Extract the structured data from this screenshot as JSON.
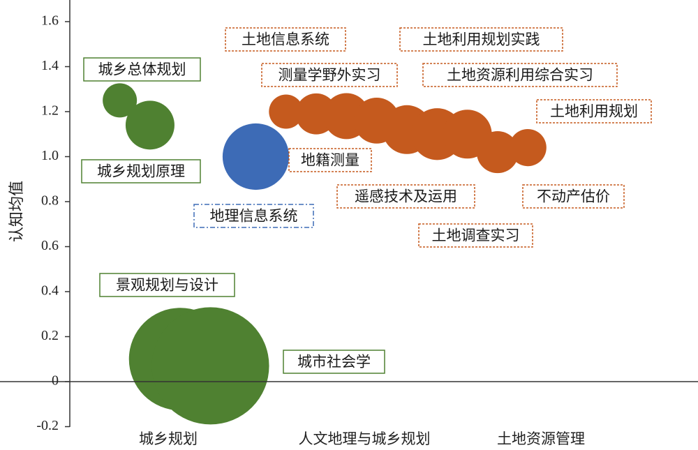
{
  "chart_data": {
    "type": "scatter",
    "ylabel": "认知均值",
    "ylim": [
      -0.2,
      1.7
    ],
    "yticks": [
      "-0.2",
      "0",
      "0.2",
      "0.4",
      "0.6",
      "0.8",
      "1.0",
      "1.2",
      "1.4",
      "1.6"
    ],
    "ytick_values": [
      -0.2,
      0,
      0.2,
      0.4,
      0.6,
      0.8,
      1.0,
      1.2,
      1.4,
      1.6
    ],
    "categories": [
      "城乡规划",
      "人文地理与城乡规划",
      "土地资源管理"
    ],
    "colors": {
      "城乡规划": "#4f8131",
      "人文地理与城乡规划": "#3d6bb6",
      "土地资源管理": "#c55a1e"
    },
    "label_styles": {
      "城乡规划": "solid",
      "人文地理与城乡规划": "dashdot",
      "土地资源管理": "dotted"
    },
    "points": [
      {
        "label": "城乡总体规划",
        "group": "城乡规划",
        "x": 0.1,
        "y": 1.25,
        "size": 0.35
      },
      {
        "label": "城乡规划原理",
        "group": "城乡规划",
        "x": 0.3,
        "y": 1.14,
        "size": 0.5
      },
      {
        "label": "景观规划与设计",
        "group": "城乡规划",
        "x": 0.5,
        "y": 0.1,
        "size": 1.05
      },
      {
        "label": "城市社会学",
        "group": "城乡规划",
        "x": 0.7,
        "y": 0.07,
        "size": 1.2
      },
      {
        "label": "地理信息系统",
        "group": "人文地理与城乡规划",
        "x": 1.0,
        "y": 1.0,
        "size": 0.68
      },
      {
        "label": "土地信息系统",
        "group": "土地资源管理",
        "x": 1.2,
        "y": 1.2,
        "size": 0.35
      },
      {
        "label": "测量学野外实习",
        "group": "土地资源管理",
        "x": 1.4,
        "y": 1.19,
        "size": 0.42
      },
      {
        "label": "地籍测量",
        "group": "土地资源管理",
        "x": 1.6,
        "y": 1.18,
        "size": 0.47
      },
      {
        "label": "遥感技术及运用",
        "group": "土地资源管理",
        "x": 1.8,
        "y": 1.16,
        "size": 0.47
      },
      {
        "label": "土地调查实习",
        "group": "土地资源管理",
        "x": 2.0,
        "y": 1.12,
        "size": 0.5
      },
      {
        "label": "土地利用规划实践",
        "group": "土地资源管理",
        "x": 2.2,
        "y": 1.1,
        "size": 0.53
      },
      {
        "label": "土地资源利用综合实习",
        "group": "土地资源管理",
        "x": 2.4,
        "y": 1.1,
        "size": 0.5
      },
      {
        "label": "不动产估价",
        "group": "土地资源管理",
        "x": 2.6,
        "y": 1.02,
        "size": 0.43
      },
      {
        "label": "土地利用规划",
        "group": "土地资源管理",
        "x": 2.8,
        "y": 1.04,
        "size": 0.38
      }
    ]
  }
}
